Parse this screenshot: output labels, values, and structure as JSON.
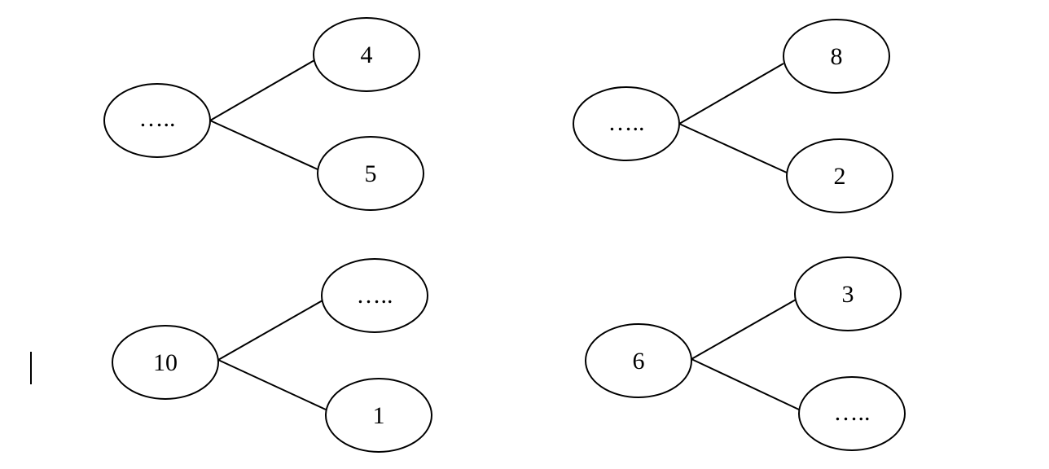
{
  "trees": [
    {
      "root": "…..",
      "children": [
        "4",
        "5"
      ]
    },
    {
      "root": "…..",
      "children": [
        "8",
        "2"
      ]
    },
    {
      "root": "10",
      "children": [
        "…..",
        "1"
      ]
    },
    {
      "root": "6",
      "children": [
        "3",
        "….."
      ]
    }
  ]
}
